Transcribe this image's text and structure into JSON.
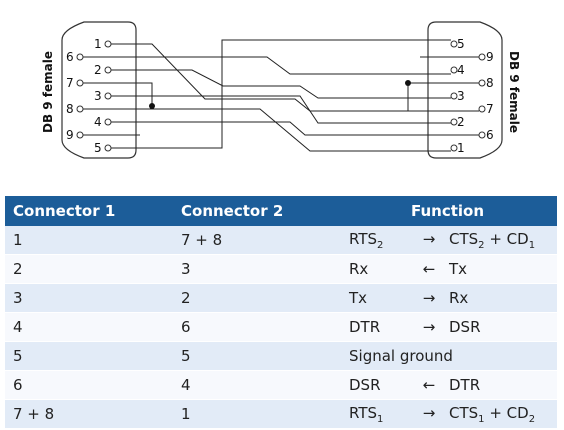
{
  "diagram": {
    "left_connector_label": "DB 9 female",
    "right_connector_label": "DB 9 female",
    "left_pins": [
      "1",
      "2",
      "3",
      "4",
      "5",
      "6",
      "7",
      "8",
      "9"
    ],
    "right_pins": [
      "5",
      "4",
      "3",
      "2",
      "1",
      "9",
      "8",
      "7",
      "6"
    ]
  },
  "table": {
    "headers": [
      "Connector 1",
      "Connector 2",
      "Function"
    ],
    "rows": [
      {
        "c1": "1",
        "c2": "7 + 8",
        "left": "RTS",
        "left_sub": "2",
        "arrow": "→",
        "right": "CTS",
        "right_sub": "2",
        "right_rest": " + CD",
        "right_rest_sub": "1"
      },
      {
        "c1": "2",
        "c2": "3",
        "left": "Rx",
        "left_sub": "",
        "arrow": "←",
        "right": "Tx",
        "right_sub": "",
        "right_rest": "",
        "right_rest_sub": ""
      },
      {
        "c1": "3",
        "c2": "2",
        "left": "Tx",
        "left_sub": "",
        "arrow": "→",
        "right": "Rx",
        "right_sub": "",
        "right_rest": "",
        "right_rest_sub": ""
      },
      {
        "c1": "4",
        "c2": "6",
        "left": "DTR",
        "left_sub": "",
        "arrow": "→",
        "right": "DSR",
        "right_sub": "",
        "right_rest": "",
        "right_rest_sub": ""
      },
      {
        "c1": "5",
        "c2": "5",
        "full": "Signal ground"
      },
      {
        "c1": "6",
        "c2": "4",
        "left": "DSR",
        "left_sub": "",
        "arrow": "←",
        "right": "DTR",
        "right_sub": "",
        "right_rest": "",
        "right_rest_sub": ""
      },
      {
        "c1": "7 + 8",
        "c2": "1",
        "left": "RTS",
        "left_sub": "1",
        "arrow": "→",
        "right": "CTS",
        "right_sub": "1",
        "right_rest": " + CD",
        "right_rest_sub": "2"
      }
    ]
  }
}
